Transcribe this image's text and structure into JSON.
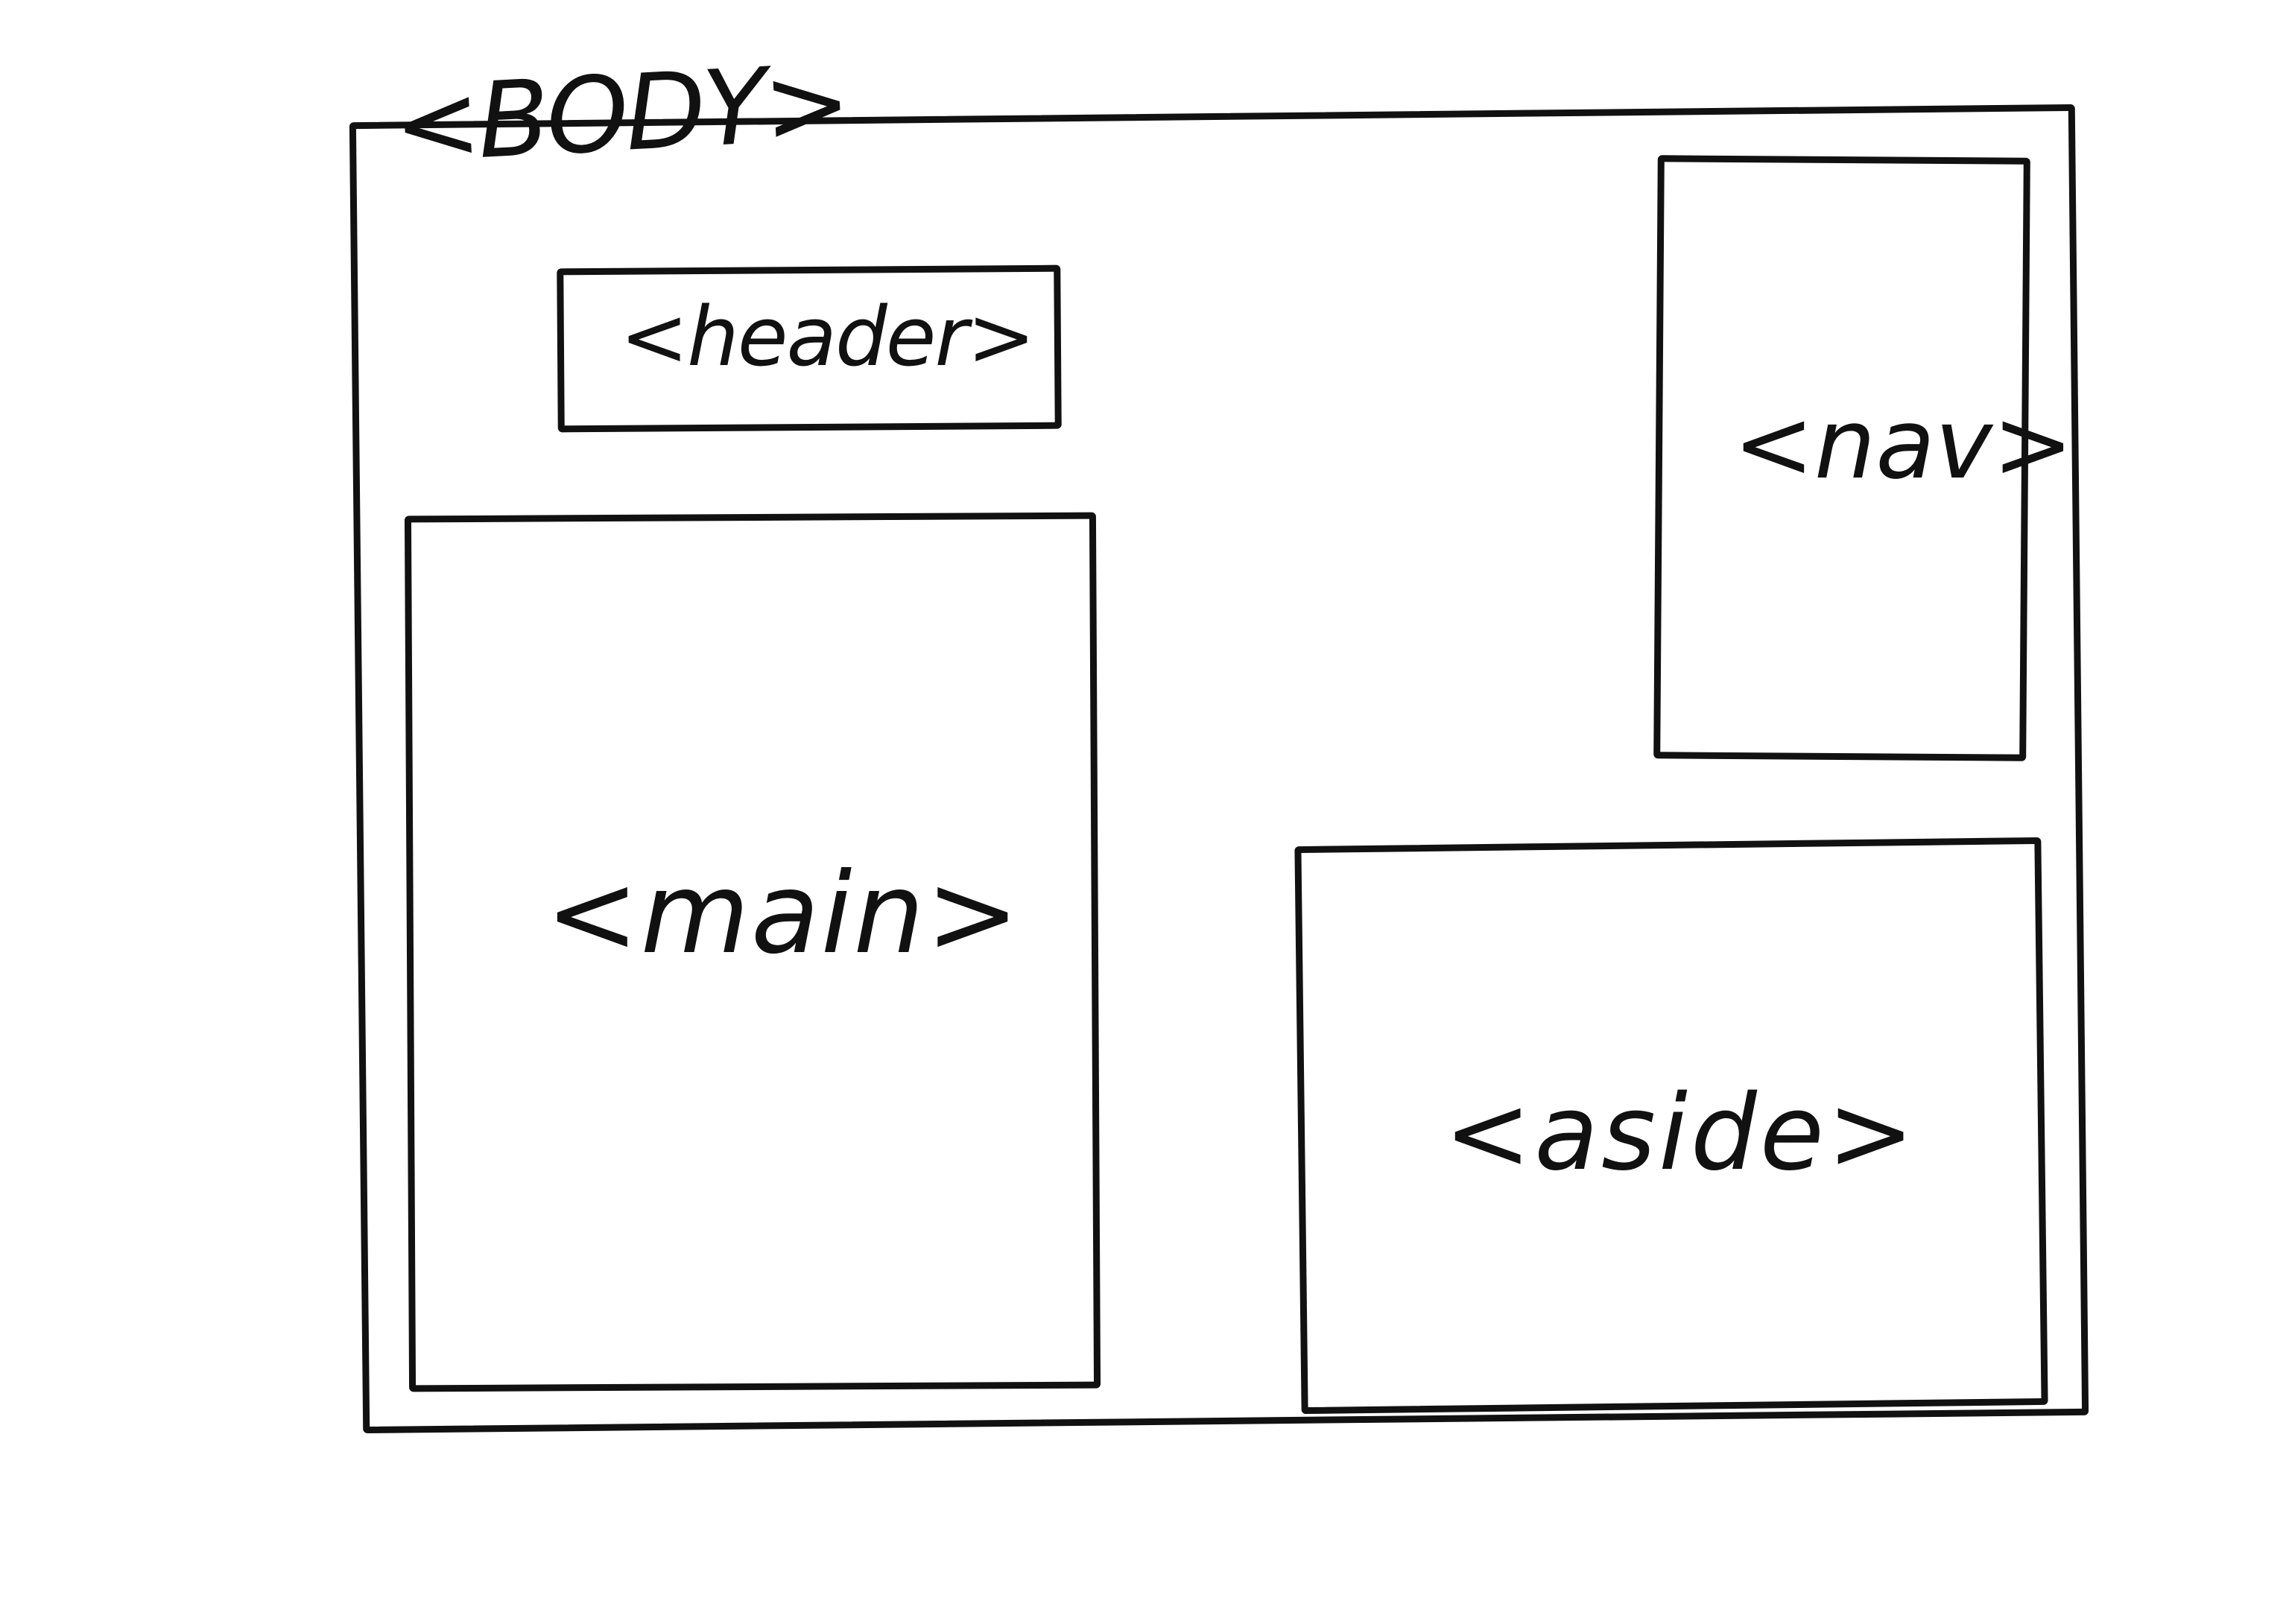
{
  "diagram": {
    "body_label": "<BODY>",
    "header_label": "<header>",
    "main_label": "<main>",
    "nav_label": "<nav>",
    "aside_label": "<aside>"
  },
  "colors": {
    "stroke": "#111111",
    "background": "#ffffff"
  }
}
